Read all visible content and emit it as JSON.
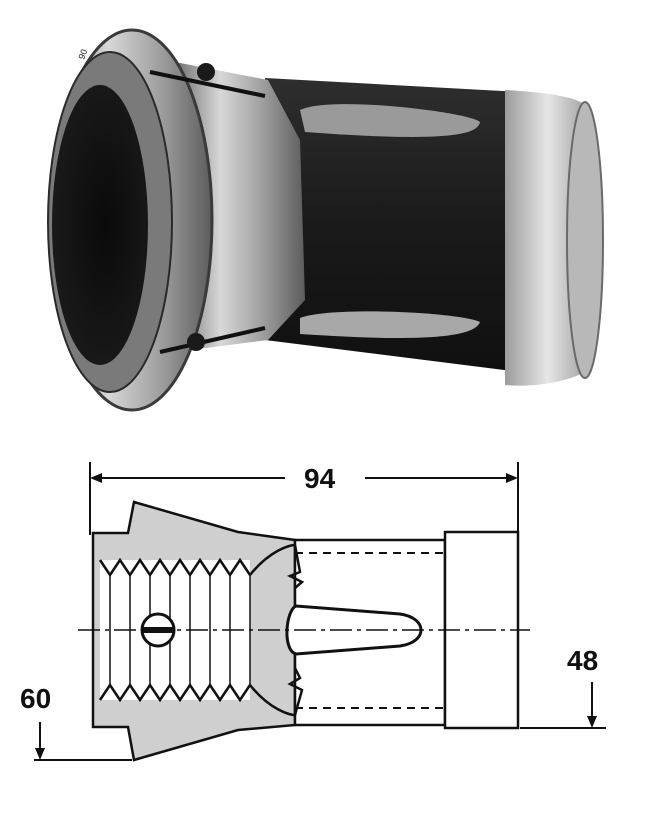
{
  "dimensions": {
    "overall_length": "94",
    "shank_diameter": "48",
    "head_diameter": "60"
  },
  "photo_marking": "90",
  "colors": {
    "steel_light": "#d9d9d9",
    "steel_mid": "#a6a6a6",
    "steel_dark": "#5a5a5a",
    "body_black": "#1e1e1e",
    "section_fill": "#cfcfcf",
    "line": "#111111"
  }
}
